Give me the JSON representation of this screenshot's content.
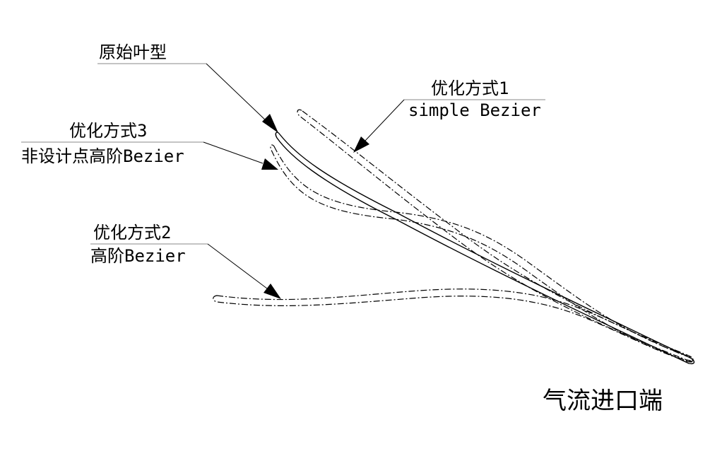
{
  "labels": {
    "original": {
      "title": "原始叶型"
    },
    "method1": {
      "title": "优化方式1",
      "subtitle": "simple Bezier"
    },
    "method3": {
      "title": "优化方式3",
      "subtitle": "非设计点高阶Bezier"
    },
    "method2": {
      "title": "优化方式2",
      "subtitle": "高阶Bezier"
    }
  },
  "inlet_label": "气流进口端",
  "colors": {
    "line": "#000000",
    "label_underline": "#888888",
    "background": "#ffffff"
  }
}
